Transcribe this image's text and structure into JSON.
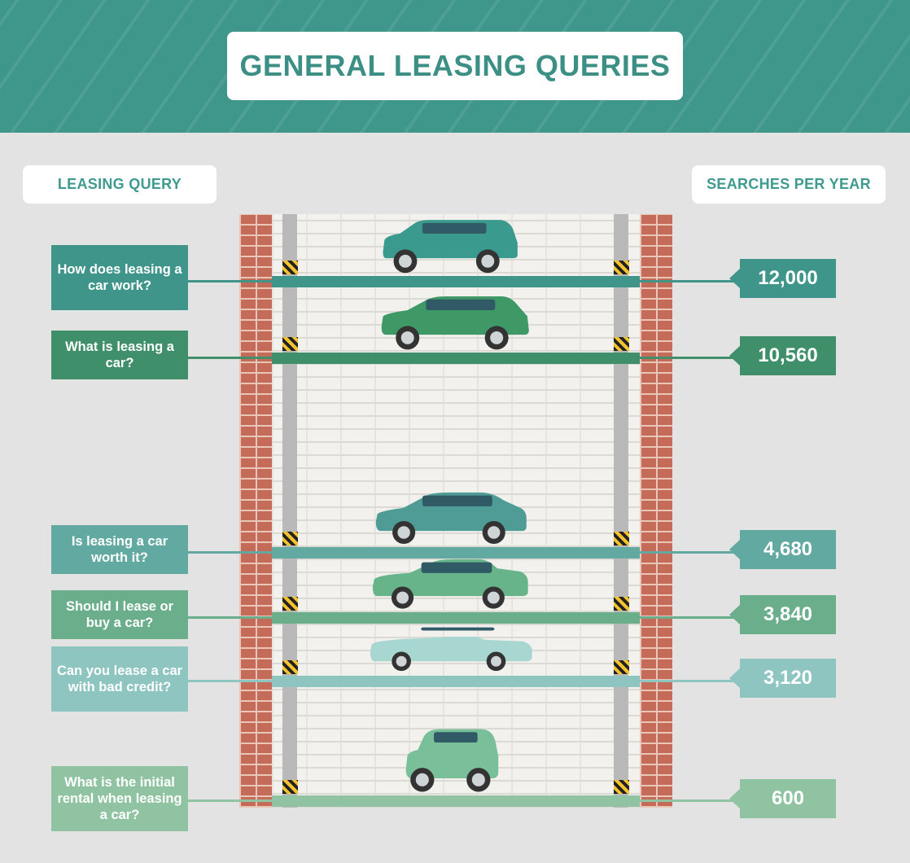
{
  "title": "GENERAL LEASING QUERIES",
  "headers": {
    "left": "LEASING QUERY",
    "right": "SEARCHES PER YEAR"
  },
  "chart_data": {
    "type": "bar",
    "title": "GENERAL LEASING QUERIES",
    "xlabel": "LEASING QUERY",
    "ylabel": "SEARCHES PER YEAR",
    "categories": [
      "How does leasing a car work?",
      "What is leasing a car?",
      "Is leasing a car worth it?",
      "Should I lease or buy a car?",
      "Can you lease a car with bad credit?",
      "What is the initial rental when leasing a car?"
    ],
    "values": [
      12000,
      10560,
      4680,
      3840,
      3120,
      600
    ],
    "value_labels": [
      "12,000",
      "10,560",
      "4,680",
      "3,840",
      "3,120",
      "600"
    ],
    "colors": [
      "#3f958a",
      "#3f8f6a",
      "#62a9a2",
      "#6aae8c",
      "#8ec5c0",
      "#90c3a2"
    ],
    "car_colors": [
      "#3a9a8d",
      "#3f9966",
      "#4e9c95",
      "#67b48a",
      "#a8d6d0",
      "#79bf99"
    ],
    "car_icons": [
      "minivan-icon",
      "suv-icon",
      "sedan-icon",
      "coupe-icon",
      "convertible-icon",
      "compact-car-icon"
    ],
    "ylim": [
      0,
      12000
    ],
    "orientation": "vertical-stack"
  }
}
